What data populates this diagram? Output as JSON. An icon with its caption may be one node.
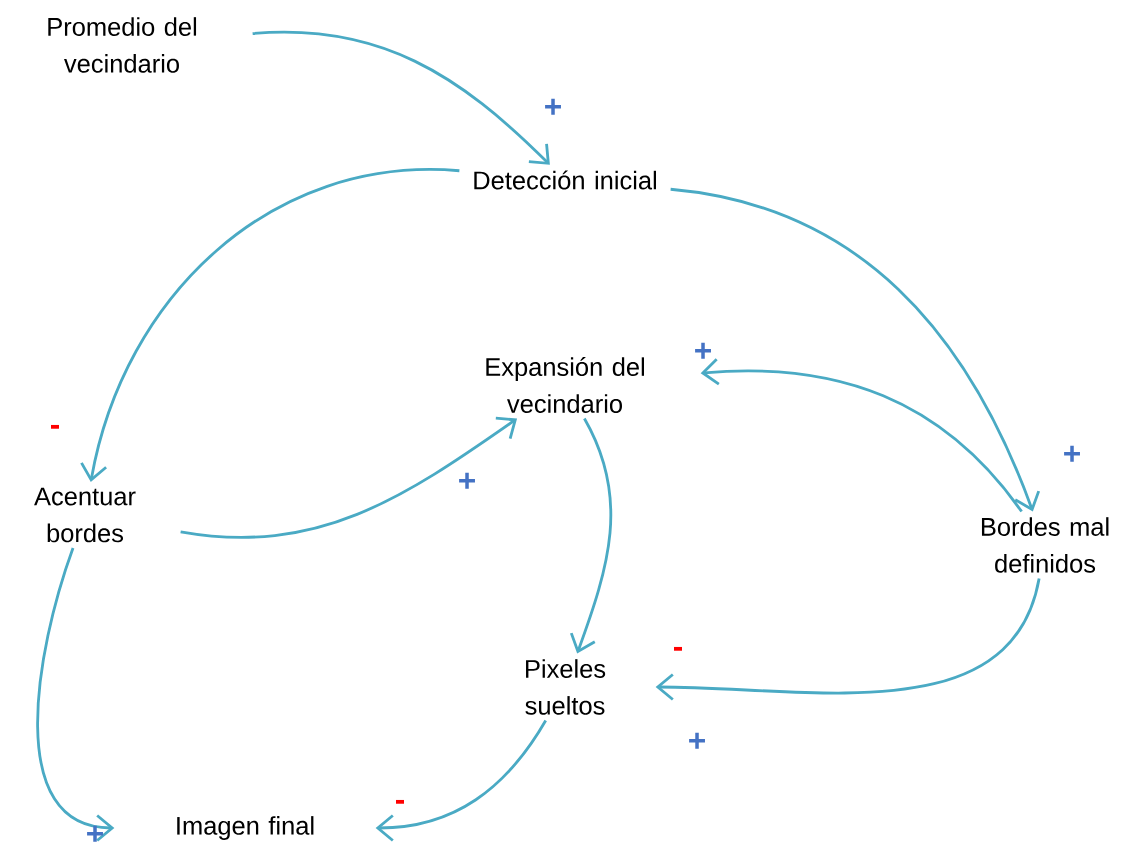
{
  "diagram": {
    "nodes": [
      {
        "text": [
          "Promedio del vecindario"
        ]
      },
      {
        "text": [
          "Detección inicial"
        ]
      },
      {
        "text": [
          "Expansión del vecindario"
        ]
      },
      {
        "text": [
          "Acentuar bordes"
        ]
      },
      {
        "text": [
          "Bordes mal definidos"
        ]
      },
      {
        "text": [
          "Pixeles sueltos"
        ]
      },
      {
        "text": [
          "Imagen final"
        ]
      }
    ],
    "edges": [
      {
        "from": 0,
        "to": 1,
        "arrow": "to",
        "label": "+"
      },
      {
        "from": 1,
        "to": 3,
        "arrow": "to",
        "label": "-"
      },
      {
        "from": 1,
        "to": 4,
        "arrow": "to",
        "label": "+"
      },
      {
        "from": 4,
        "to": 2,
        "arrow": "to",
        "label": "+"
      },
      {
        "from": 3,
        "to": 2,
        "arrow": "to",
        "label": "+"
      },
      {
        "from": 2,
        "to": 5,
        "arrow": "to",
        "label": "-"
      },
      {
        "from": 4,
        "to": 5,
        "arrow": "to",
        "label": "+"
      },
      {
        "from": 3,
        "to": 6,
        "arrow": "to",
        "label": "+"
      },
      {
        "from": 5,
        "to": 6,
        "arrow": "to",
        "label": "-"
      }
    ]
  }
}
